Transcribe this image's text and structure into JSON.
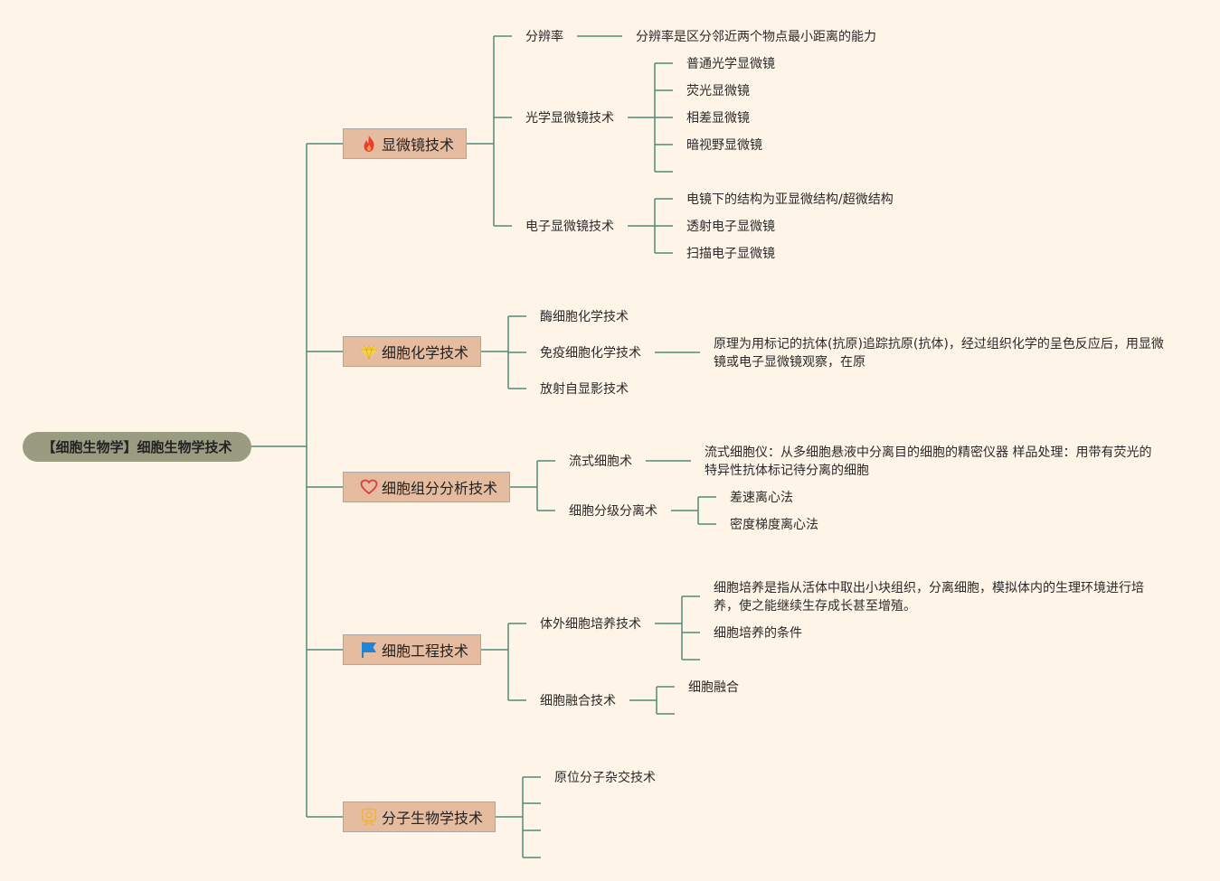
{
  "root": {
    "label": "【细胞生物学】细胞生物学技术"
  },
  "branches": [
    {
      "label": "显微镜技术",
      "icon": "fire-icon",
      "children": [
        {
          "label": "分辨率",
          "children": [
            {
              "label": "分辨率是区分邻近两个物点最小距离的能力"
            }
          ]
        },
        {
          "label": "光学显微镜技术",
          "children": [
            {
              "label": "普通光学显微镜"
            },
            {
              "label": "荧光显微镜"
            },
            {
              "label": "相差显微镜"
            },
            {
              "label": "暗视野显微镜"
            }
          ]
        },
        {
          "label": "电子显微镜技术",
          "children": [
            {
              "label": "电镜下的结构为亚显微结构/超微结构"
            },
            {
              "label": "透射电子显微镜"
            },
            {
              "label": "扫描电子显微镜"
            }
          ]
        }
      ]
    },
    {
      "label": "细胞化学技术",
      "icon": "diamond-icon",
      "children": [
        {
          "label": "酶细胞化学技术"
        },
        {
          "label": "免疫细胞化学技术",
          "children": [
            {
              "label": "原理为用标记的抗体(抗原)追踪抗原(抗体)，经过组织化学的呈色反应后，用显微镜或电子显微镜观察，在原"
            }
          ]
        },
        {
          "label": "放射自显影技术"
        }
      ]
    },
    {
      "label": "细胞组分分析技术",
      "icon": "heart-icon",
      "children": [
        {
          "label": "流式细胞术",
          "children": [
            {
              "label": "流式细胞仪：从多细胞悬液中分离目的细胞的精密仪器 样品处理：用带有荧光的特异性抗体标记待分离的细胞"
            }
          ]
        },
        {
          "label": "细胞分级分离术",
          "children": [
            {
              "label": "差速离心法"
            },
            {
              "label": "密度梯度离心法"
            }
          ]
        }
      ]
    },
    {
      "label": "细胞工程技术",
      "icon": "flag-icon",
      "children": [
        {
          "label": "体外细胞培养技术",
          "children": [
            {
              "label": "细胞培养是指从活体中取出小块组织，分离细胞，模拟体内的生理环境进行培养，使之能继续生存成长甚至增殖。"
            },
            {
              "label": "细胞培养的条件"
            }
          ]
        },
        {
          "label": "细胞融合技术",
          "children": [
            {
              "label": "细胞融合"
            }
          ]
        }
      ]
    },
    {
      "label": "分子生物学技术",
      "icon": "certificate-icon",
      "children": [
        {
          "label": "原位分子杂交技术"
        }
      ]
    }
  ],
  "colors": {
    "background": "#fff4e8",
    "line": "#4e8c77",
    "root_fill": "#9a9c82",
    "branch_fill": "#e5bc9f",
    "fire": "#e8412b",
    "diamond": "#f4d24a",
    "heart": "#e03b3b",
    "flag": "#1f84d6",
    "certificate": "#f0b43a"
  }
}
